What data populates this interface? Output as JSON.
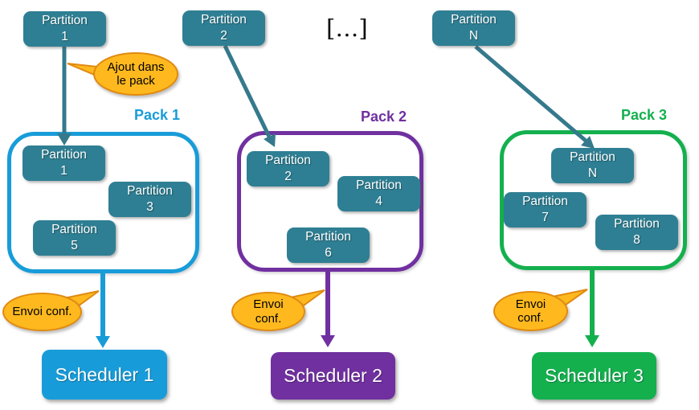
{
  "top_row": {
    "partition_1": {
      "line1": "Partition",
      "line2": "1"
    },
    "partition_2": {
      "line1": "Partition",
      "line2": "2"
    },
    "ellipsis": "[…]",
    "partition_n": {
      "line1": "Partition",
      "line2": "N"
    }
  },
  "callouts": {
    "add_to_pack": "Ajout dans le pack",
    "send_conf_1": "Envoi conf.",
    "send_conf_2": "Envoi conf.",
    "send_conf_3": "Envoi conf."
  },
  "packs": [
    {
      "title": "Pack 1",
      "partitions": [
        {
          "line1": "Partition",
          "line2": "1"
        },
        {
          "line1": "Partition",
          "line2": "3"
        },
        {
          "line1": "Partition",
          "line2": "5"
        }
      ]
    },
    {
      "title": "Pack 2",
      "partitions": [
        {
          "line1": "Partition",
          "line2": "2"
        },
        {
          "line1": "Partition",
          "line2": "4"
        },
        {
          "line1": "Partition",
          "line2": "6"
        }
      ]
    },
    {
      "title": "Pack 3",
      "partitions": [
        {
          "line1": "Partition",
          "line2": "N"
        },
        {
          "line1": "Partition",
          "line2": "7"
        },
        {
          "line1": "Partition",
          "line2": "8"
        }
      ]
    }
  ],
  "schedulers": [
    {
      "label": "Scheduler 1"
    },
    {
      "label": "Scheduler 2"
    },
    {
      "label": "Scheduler 3"
    }
  ],
  "colors": {
    "partition_teal": "#2E7F93",
    "arrow_teal": "#35798C",
    "pack1_blue": "#189CD9",
    "pack2_purple": "#7030A0",
    "pack3_green": "#14B04E",
    "callout_fill_orange": "#FFB91E",
    "callout_border_orange": "#E08A12"
  }
}
